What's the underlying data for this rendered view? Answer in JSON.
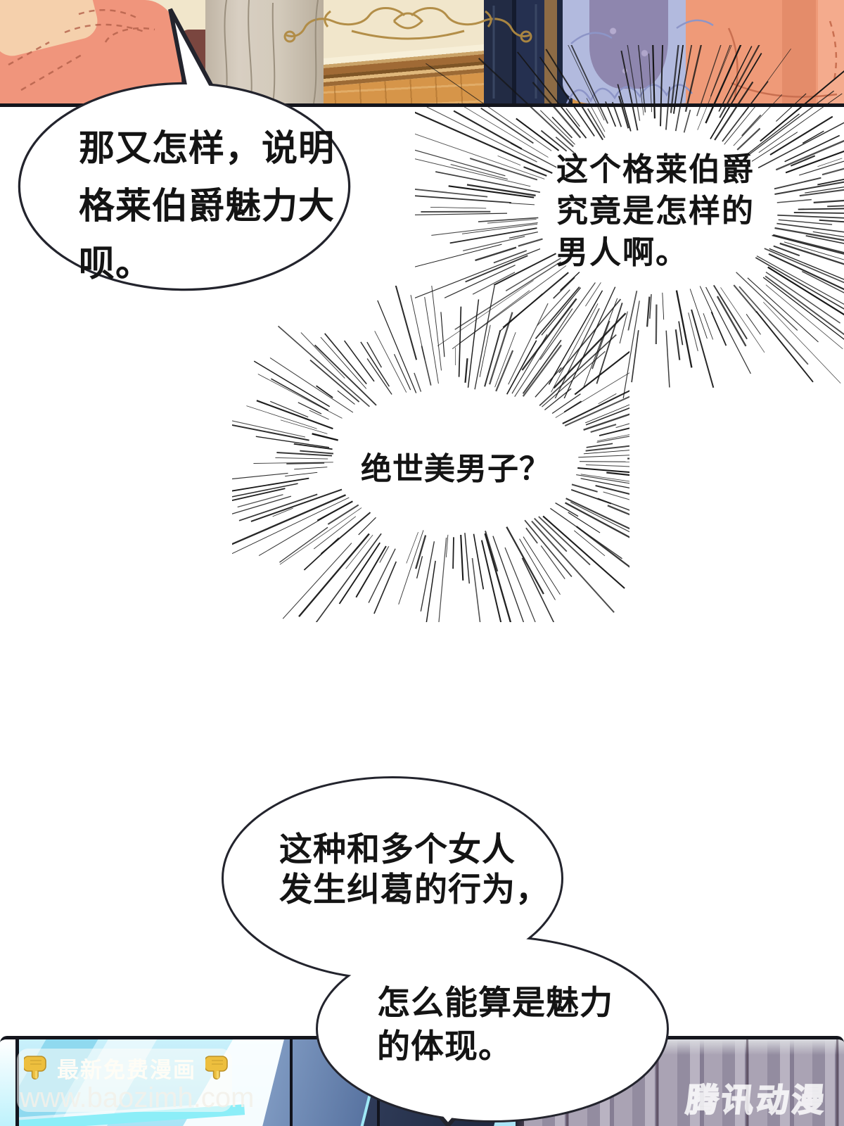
{
  "speech": {
    "bubble1": {
      "lines": [
        "那又怎样，说明",
        "格莱伯爵魅力大",
        "呗。"
      ]
    },
    "bubble2": {
      "lines": [
        "这个格莱伯爵",
        "究竟是怎样的",
        "男人啊。"
      ]
    },
    "bubble3": {
      "lines": [
        "绝世美男子？"
      ]
    },
    "bubble4": {
      "lines": [
        "这种和多个女人",
        "发生纠葛的行为，"
      ]
    },
    "bubble5": {
      "lines": [
        "怎么能算是魅力",
        "的体现。"
      ]
    }
  },
  "watermark": {
    "promo_text": "最新免费漫画",
    "site_url": "www.baozimh.com",
    "hand_icon": "pointing-down-hand"
  },
  "publisher_logo": {
    "text": "腾讯动漫"
  },
  "colors": {
    "outline_dark": "#23242d",
    "couch_salmon": "#f0957c",
    "wall_cream": "#f1e6cb",
    "wood_floor": "#d69549",
    "suit_navy": "#222b44",
    "dress_beige": "#d8cfc2",
    "dress_periwinkle": "#b2bade",
    "drape_purple": "#8e86ae",
    "gold_ornament": "#b08a42",
    "glass_cyan": "#bfeefb",
    "beam_navy": "#27334e",
    "curtain_mauve": "#a39cae",
    "hand_yellow": "#edbf3e"
  }
}
